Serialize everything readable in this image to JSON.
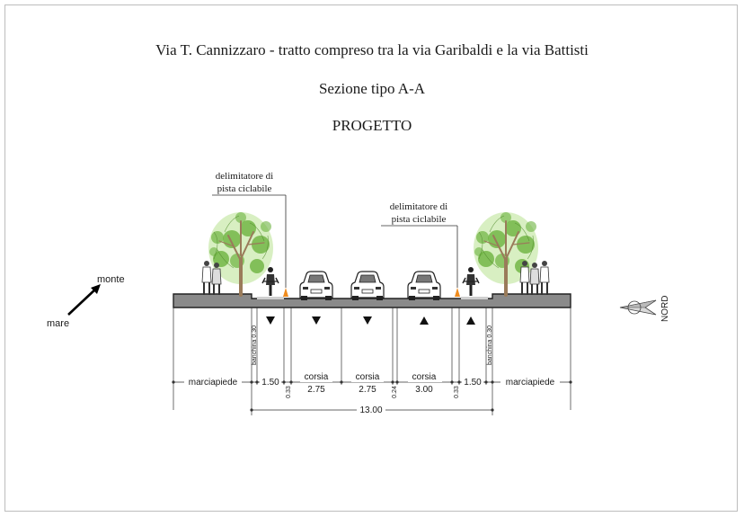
{
  "header": {
    "title": "Via T. Cannizzaro - tratto compreso tra la via Garibaldi e la via Battisti",
    "section": "Sezione tipo A-A",
    "phase": "PROGETTO"
  },
  "annotations": {
    "delimitatore_left": [
      "delimitatore di",
      "pista ciclabile"
    ],
    "delimitatore_right": [
      "delimitatore di",
      "pista ciclabile"
    ]
  },
  "orientation": {
    "monte": "monte",
    "mare": "mare",
    "nord": "NORD"
  },
  "dimensions": {
    "marciapiede_left": "marciapiede",
    "bike_left": "1.50",
    "gap_left": "0.33",
    "corsia1_label": "corsia",
    "corsia1_value": "2.75",
    "corsia2_label": "corsia",
    "corsia2_value": "2.75",
    "gap_mid": "0.24",
    "corsia3_label": "corsia",
    "corsia3_value": "3.00",
    "gap_right": "0.33",
    "bike_right": "1.50",
    "marciapiede_right": "marciapiede",
    "banchina_left": "banchina 0.30",
    "banchina_right": "banchina 0.30",
    "total": "13.00"
  },
  "colors": {
    "road": "#8a8a8a",
    "tree_green": "#7cc242",
    "trunk": "#9a7b5a",
    "delimiter": "#f08c1e"
  }
}
